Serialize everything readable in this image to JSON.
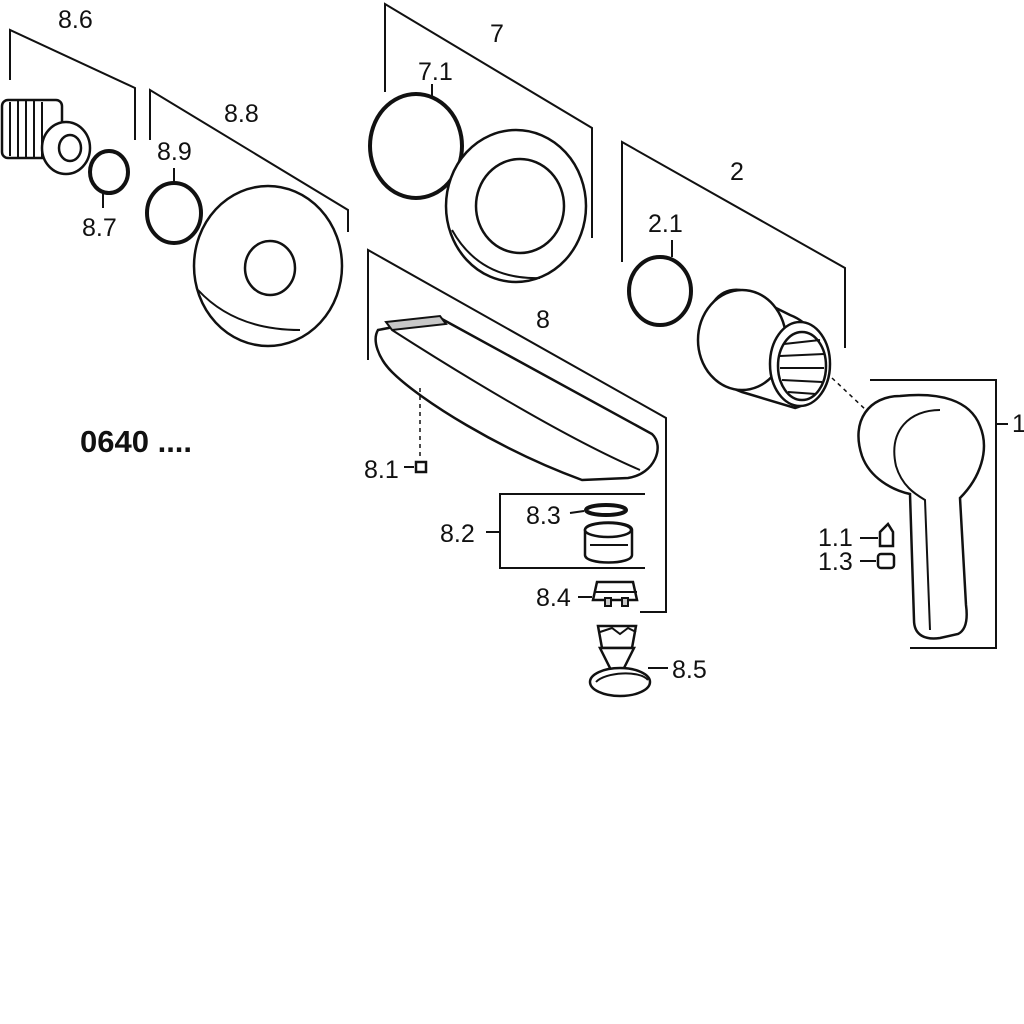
{
  "labels": {
    "p8_6": "8.6",
    "p8_7": "8.7",
    "p8_8": "8.8",
    "p8_9": "8.9",
    "p7": "7",
    "p7_1": "7.1",
    "p2": "2",
    "p2_1": "2.1",
    "p8": "8",
    "p8_1": "8.1",
    "p8_2": "8.2",
    "p8_3": "8.3",
    "p8_4": "8.4",
    "p8_5": "8.5",
    "p1": "1",
    "p1_1": "1.1",
    "p1_3": "1.3"
  },
  "product_code": "0640 ...."
}
